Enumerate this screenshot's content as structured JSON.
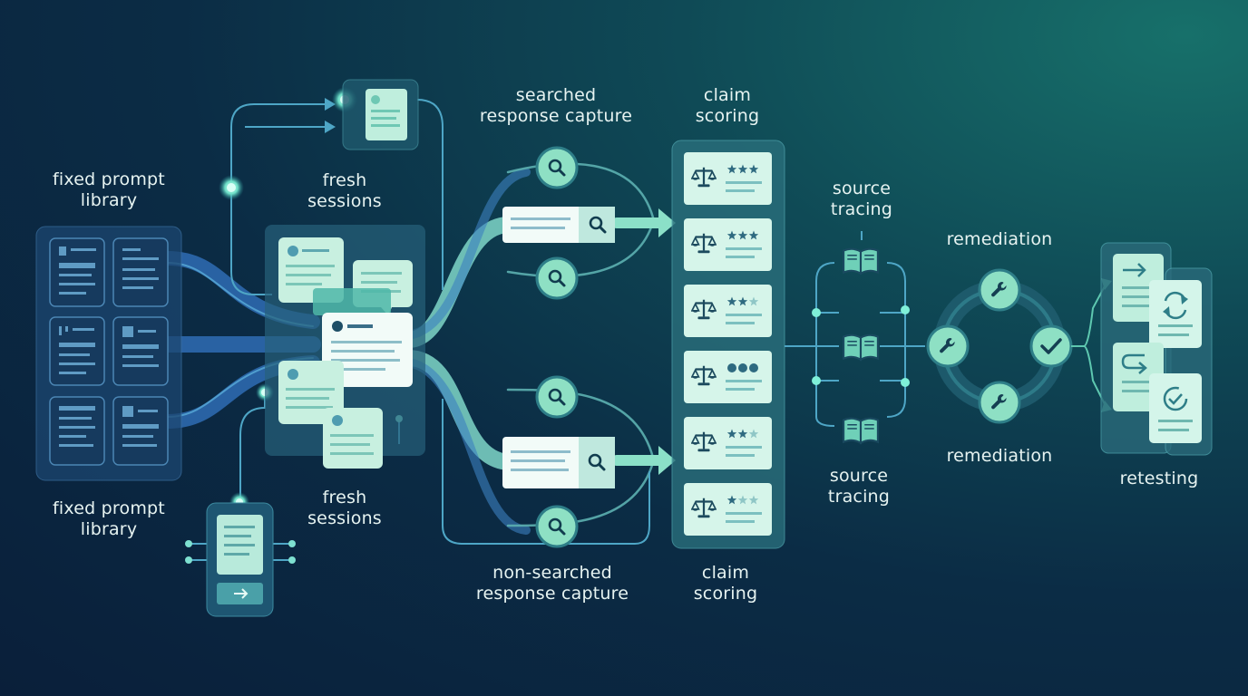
{
  "labels": {
    "fixed_prompt_top": [
      "fixed prompt",
      "library"
    ],
    "fixed_prompt_bottom": [
      "fixed prompt",
      "library"
    ],
    "fresh_top": [
      "fresh",
      "sessions"
    ],
    "fresh_bottom": [
      "fresh",
      "sessions"
    ],
    "searched": [
      "searched",
      "response capture"
    ],
    "non_searched": [
      "non-searched",
      "response capture"
    ],
    "claim_top": [
      "claim",
      "scoring"
    ],
    "claim_bottom": [
      "claim",
      "scoring"
    ],
    "source_top": [
      "source",
      "tracing"
    ],
    "source_bottom": [
      "source",
      "tracing"
    ],
    "remediation_top": "remediation",
    "remediation_bottom": "remediation",
    "retesting": "retesting"
  },
  "icons": [
    "document-icon",
    "chat-bubble-icon",
    "search-icon",
    "scale-icon",
    "star-icon",
    "book-icon",
    "wrench-icon",
    "check-icon",
    "arrow-right-icon",
    "refresh-icon",
    "return-arrow-icon",
    "check-circle-icon",
    "phone-icon"
  ],
  "colors": {
    "background_dark": "#0a1f3a",
    "background_teal": "#17706a",
    "card_fill": "#dff5ee",
    "flow_blue": "#3a86c8",
    "flow_teal": "#7fdcc0",
    "node_glow": "#7ff0d8"
  }
}
